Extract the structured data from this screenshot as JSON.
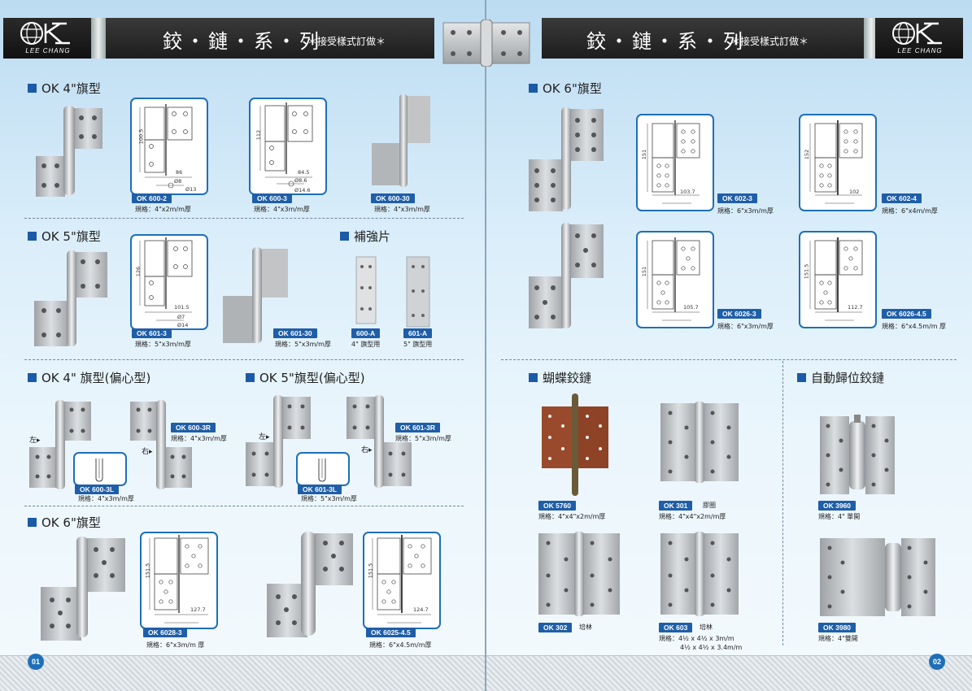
{
  "brand": {
    "logo_text": "LEE CHANG"
  },
  "left": {
    "header": {
      "title": "鉸・鏈・系・列",
      "subtitle": "＊接受樣式訂做＊"
    },
    "page_number": "01",
    "sections": {
      "ok4": "OK 4\"旗型",
      "ok5": "OK 5\"旗型",
      "plate": "補強片",
      "ok4_offset": "OK 4\" 旗型(偏心型)",
      "ok5_offset": "OK 5\"旗型(偏心型)",
      "ok6": "OK 6\"旗型"
    },
    "items": {
      "ok600_2": {
        "code": "OK 600-2",
        "spec": "規格：4\"x2m/m厚",
        "dims": [
          "100.5",
          "86",
          "Ø8",
          "Ø13"
        ]
      },
      "ok600_3": {
        "code": "OK 600-3",
        "spec": "規格：4\"x3m/m厚",
        "dims": [
          "112",
          "84.5",
          "Ø8.6",
          "Ø14.6"
        ]
      },
      "ok600_30": {
        "code": "OK 600-30",
        "spec": "規格：4\"x3m/m厚"
      },
      "ok601_3": {
        "code": "OK 601-3",
        "spec": "規格：5\"x3m/m厚",
        "dims": [
          "126",
          "101.5",
          "Ø7",
          "Ø14"
        ]
      },
      "ok601_30": {
        "code": "OK 601-30",
        "spec": "規格：5\"x3m/m厚"
      },
      "p600a": {
        "code": "600-A",
        "spec": "4\" 旗型用"
      },
      "p601a": {
        "code": "601-A",
        "spec": "5\" 旗型用"
      },
      "ok600_3r": {
        "code": "OK 600-3R",
        "spec": "規格：4\"x3m/m厚"
      },
      "ok600_3l": {
        "code": "OK 600-3L",
        "spec": "規格：4\"x3m/m厚"
      },
      "ok601_3r": {
        "code": "OK 601-3R",
        "spec": "規格：5\"x3m/m厚"
      },
      "ok601_3l": {
        "code": "OK 601-3L",
        "spec": "規格：5\"x3m/m厚"
      },
      "ok6028_3": {
        "code": "OK 6028-3",
        "spec": "規格：6\"x3m/m 厚",
        "dims": [
          "151.5",
          "127.7"
        ]
      },
      "ok6025_45": {
        "code": "OK 6025-4.5",
        "spec": "規格：6\"x4.5m/m厚",
        "dims": [
          "151.5",
          "124.7"
        ]
      }
    },
    "side_left": "左",
    "side_right": "右"
  },
  "right": {
    "header": {
      "title": "鉸・鏈・系・列",
      "subtitle": "＊接受樣式訂做＊"
    },
    "page_number": "02",
    "sections": {
      "ok6": "OK 6\"旗型",
      "butterfly": "蝴蝶鉸鏈",
      "self_return": "自動歸位鉸鏈"
    },
    "items": {
      "ok602_3": {
        "code": "OK 602-3",
        "spec": "規格：6\"x3m/m厚",
        "dims": [
          "151",
          "103.7"
        ]
      },
      "ok602_4": {
        "code": "OK 602-4",
        "spec": "規格：6\"x4m/m厚",
        "dims": [
          "152",
          "102"
        ]
      },
      "ok6026_3": {
        "code": "OK 6026-3",
        "spec": "規格：6\"x3m/m厚",
        "dims": [
          "151",
          "105.7"
        ]
      },
      "ok6026_45": {
        "code": "OK 6026-4.5",
        "spec": "規格：6\"x4.5m/m 厚",
        "dims": [
          "151.5",
          "112.7"
        ]
      },
      "ok5760": {
        "code": "OK 5760",
        "spec": "規格：4\"x4\"x2m/m厚"
      },
      "ok301": {
        "code": "OK 301",
        "note": "膠圈",
        "spec": "規格：4\"x4\"x2m/m厚"
      },
      "ok302": {
        "code": "OK 302",
        "note": "培林"
      },
      "ok603": {
        "code": "OK 603",
        "note": "培林",
        "spec": "規格：4½ x 4½ x 3m/m",
        "spec2": "4½ x 4½ x 3.4m/m"
      },
      "ok3960": {
        "code": "OK 3960",
        "spec": "規格：4\" 單開"
      },
      "ok3980": {
        "code": "OK 3980",
        "spec": "規格：4\"雙開"
      }
    }
  },
  "colors": {
    "accent_blue": "#1f5ea8",
    "header_dark": "#1d1d1d",
    "steel": "#b9bcbf"
  }
}
